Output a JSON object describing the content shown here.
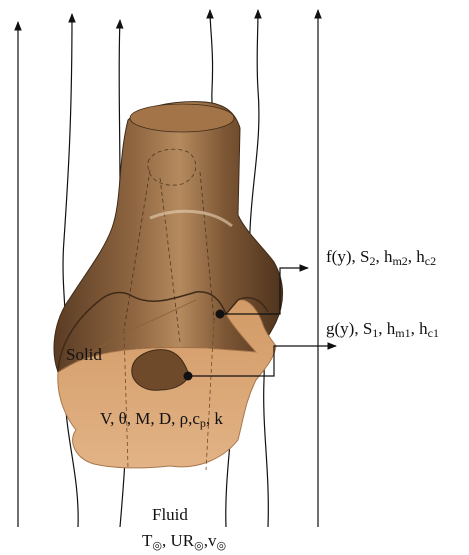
{
  "labels": {
    "solid": "Solid",
    "solid_props": "V, θ, M, D, ρ,c",
    "solid_props_sub": "p",
    "solid_props_tail": ", k",
    "fluid": "Fluid",
    "fluid_props": "T",
    "fluid_props_sub1": "◎",
    "fluid_props_mid1": ", UR",
    "fluid_props_sub2": "◎",
    "fluid_props_mid2": ",v",
    "fluid_props_sub3": "◎",
    "boundary2_a": "f(y), S",
    "boundary2_sub1": "2",
    "boundary2_b": ", h",
    "boundary2_sub2": "m2",
    "boundary2_c": ", h",
    "boundary2_sub3": "c2",
    "boundary1_a": "g(y), S",
    "boundary1_sub1": "1",
    "boundary1_b": ", h",
    "boundary1_sub2": "m1",
    "boundary1_c": ", h",
    "boundary1_sub3": "c1"
  },
  "colors": {
    "bark_dark": "#6b4a2e",
    "bark_mid": "#9c7249",
    "bark_light": "#caa277",
    "cut_face": "#dba878",
    "cut_face_dark": "#c88f5e",
    "line": "#111111"
  }
}
